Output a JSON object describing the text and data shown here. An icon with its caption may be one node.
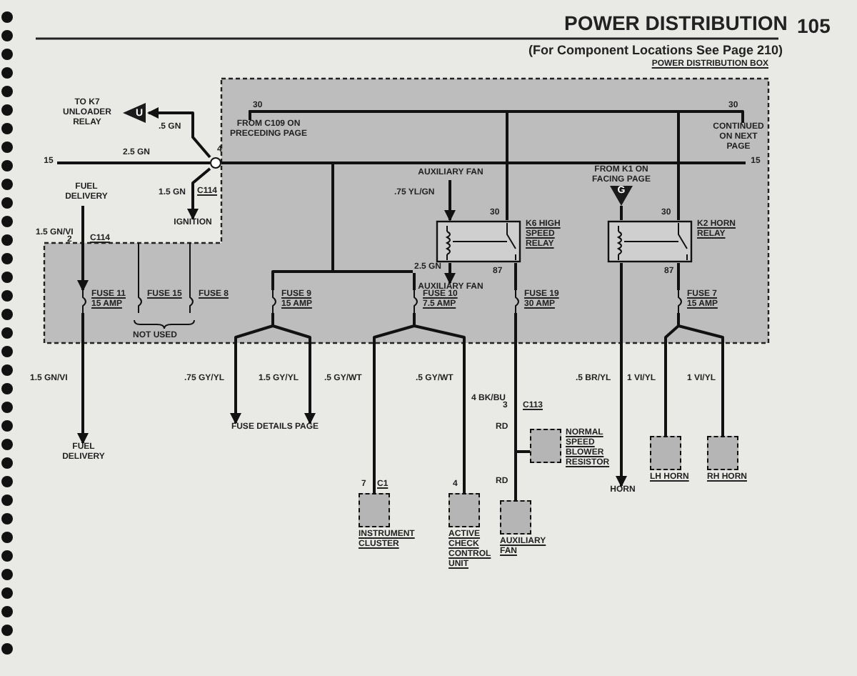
{
  "diagram": {
    "title": "POWER DISTRIBUTION",
    "nodes": [
      {
        "text": [
          "POWER DISTRIBUTION BOX"
        ]
      },
      {
        "text": [
          "U"
        ],
        "beside": [
          "TO K7 UNLOADER RELAY"
        ]
      },
      {
        "text": [
          "IGNITION"
        ]
      },
      {
        "text": [],
        "shape": "circle",
        "beside": [
          "4",
          "C114"
        ]
      },
      {
        "text": [
          "K6 HIGH SPEED RELAY"
        ],
        "beside": [
          "30",
          "87"
        ],
        "in": 0
      },
      {
        "text": [
          "K2 HORN RELAY"
        ],
        "beside": [
          "30",
          "87"
        ],
        "in": 0
      },
      {
        "text": [
          "FUSE 11",
          "15 AMP"
        ],
        "in": 0
      },
      {
        "text": [
          "FUSE 15"
        ],
        "in": 0
      },
      {
        "text": [
          "FUSE 8"
        ],
        "in": 0
      },
      {
        "text": [
          "FUSE 9",
          "15 AMP"
        ],
        "in": 0
      },
      {
        "text": [
          "FUSE 10",
          "7.5 AMP"
        ],
        "in": 0
      },
      {
        "text": [
          "FUSE 19",
          "30 AMP"
        ],
        "in": 0
      },
      {
        "text": [
          "FUSE 7",
          "15 AMP"
        ],
        "in": 0
      },
      {
        "text": [
          "FUEL DELIVERY"
        ]
      },
      {
        "text": [
          "FUEL DELIVERY"
        ]
      },
      {
        "text": [
          "FUSE DETAILS PAGE"
        ]
      },
      {
        "text": [
          "INSTRUMENT CLUSTER"
        ]
      },
      {
        "text": [
          "ACTIVE CHECK CONTROL UNIT"
        ]
      },
      {
        "text": [
          "NORMAL SPEED BLOWER RESISTOR"
        ]
      },
      {
        "text": [
          "AUXILIARY FAN"
        ]
      },
      {
        "text": [
          "HORN"
        ]
      },
      {
        "text": [
          "LH HORN"
        ]
      },
      {
        "text": [
          "RH HORN"
        ]
      },
      {
        "text": [
          "G"
        ],
        "beside": [
          "FROM K1 ON FACING PAGE"
        ],
        "in": 0
      },
      {
        "text": [
          "AUXILIARY FAN"
        ],
        "in": 0
      },
      {
        "text": [
          "AUXILIARY FAN"
        ],
        "in": 0
      },
      {
        "text": [
          "FROM C109 ON PRECEDING PAGE"
        ],
        "in": 0
      },
      {
        "text": [
          "CONTINUED ON NEXT PAGE"
        ],
        "in": 0
      },
      {
        "text": [
          "15"
        ]
      },
      {
        "text": [
          "15"
        ],
        "in": 0
      }
    ],
    "edges": [
      {
        "from": 28,
        "to": 3,
        "arrow": "none",
        "label": "2.5 GN"
      },
      {
        "from": 3,
        "to": 1,
        "arrow": "to",
        "label": ".5 GN"
      },
      {
        "from": 3,
        "to": 2,
        "arrow": "to",
        "label": "1.5 GN"
      },
      {
        "from": 3,
        "to": 29,
        "arrow": "none"
      },
      {
        "from": 3,
        "to": 9,
        "arrow": "none"
      },
      {
        "from": 3,
        "to": 10,
        "arrow": "none"
      },
      {
        "from": 26,
        "to": 27,
        "arrow": "none"
      },
      {
        "from": 26,
        "to": 4,
        "arrow": "none"
      },
      {
        "from": 26,
        "to": 5,
        "arrow": "none"
      },
      {
        "from": 24,
        "to": 4,
        "arrow": "to",
        "label": ".75 YL/GN"
      },
      {
        "from": 4,
        "to": 25,
        "arrow": "to",
        "label": "2.5 GN"
      },
      {
        "from": 4,
        "to": 11,
        "arrow": "none"
      },
      {
        "from": 23,
        "to": 5,
        "arrow": "none"
      },
      {
        "from": 5,
        "to": 20,
        "arrow": "to",
        "label": ".5 BR/YL"
      },
      {
        "from": 5,
        "to": 12,
        "arrow": "none"
      },
      {
        "from": 13,
        "to": 6,
        "arrow": "to",
        "label": "1.5 GN/VI"
      },
      {
        "from": 6,
        "to": 14,
        "arrow": "to",
        "label": "1.5 GN/VI"
      },
      {
        "from": 9,
        "to": 15,
        "arrow": "to",
        "label": ".75 GY/YL"
      },
      {
        "from": 9,
        "to": 15,
        "arrow": "to",
        "label": "1.5 GY/YL"
      },
      {
        "from": 10,
        "to": 16,
        "arrow": "none",
        "label": ".5 GY/WT"
      },
      {
        "from": 10,
        "to": 17,
        "arrow": "none",
        "label": ".5 GY/WT"
      },
      {
        "from": 11,
        "to": 18,
        "arrow": "none",
        "label": "4 BK/BU"
      },
      {
        "from": 18,
        "to": 19,
        "arrow": "none"
      },
      {
        "from": 12,
        "to": 21,
        "arrow": "none",
        "label": "1 VI/YL"
      },
      {
        "from": 12,
        "to": 22,
        "arrow": "none",
        "label": "1 VI/YL"
      }
    ],
    "labels": [
      "105",
      "(For Component Locations See Page 210)",
      "30",
      "30",
      "2",
      "C114",
      "NOT USED",
      "3",
      "C113",
      "RD",
      "RD",
      "7",
      "C1",
      "4"
    ]
  }
}
